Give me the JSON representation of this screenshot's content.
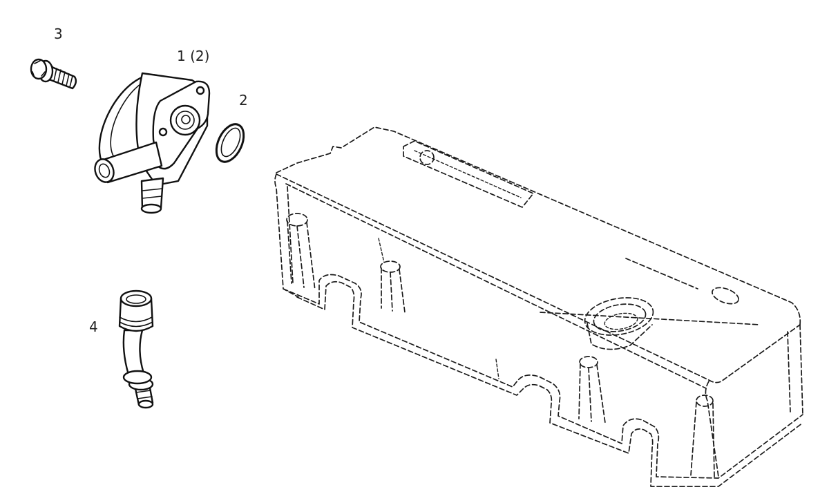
{
  "callouts": {
    "part_3": "3",
    "part_1": "1 (2)",
    "part_2": "2",
    "part_4": "4"
  },
  "colors": {
    "line": "#111111",
    "background": "#ffffff"
  }
}
